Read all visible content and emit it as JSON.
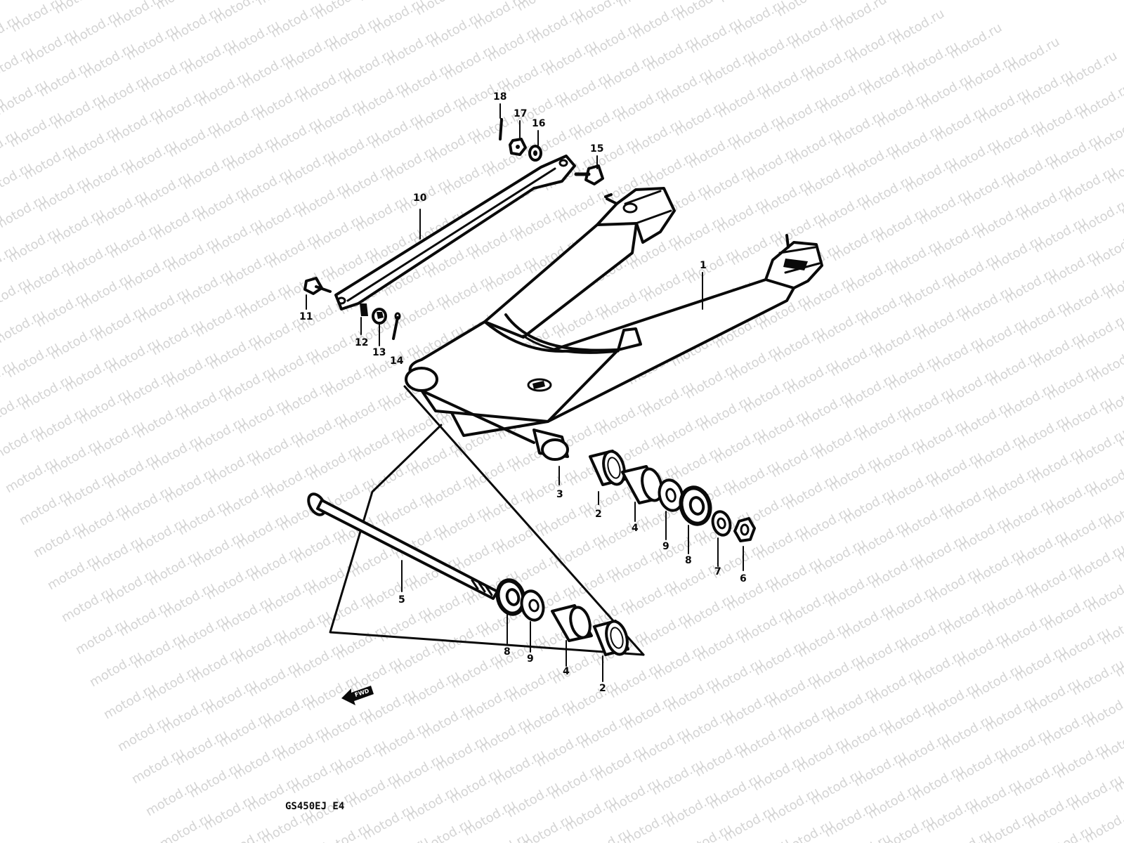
{
  "watermark": "motod.ru",
  "diagram_code": "GS450EJ E4",
  "direction_arrow_label": "FWD",
  "part_labels": [
    {
      "id": "p1",
      "text": "1"
    },
    {
      "id": "p2a",
      "text": "2"
    },
    {
      "id": "p2b",
      "text": "2"
    },
    {
      "id": "p3",
      "text": "3"
    },
    {
      "id": "p4a",
      "text": "4"
    },
    {
      "id": "p4b",
      "text": "4"
    },
    {
      "id": "p5",
      "text": "5"
    },
    {
      "id": "p6",
      "text": "6"
    },
    {
      "id": "p7",
      "text": "7"
    },
    {
      "id": "p8a",
      "text": "8"
    },
    {
      "id": "p8b",
      "text": "8"
    },
    {
      "id": "p9a",
      "text": "9"
    },
    {
      "id": "p9b",
      "text": "9"
    },
    {
      "id": "p10",
      "text": "10"
    },
    {
      "id": "p11",
      "text": "11"
    },
    {
      "id": "p12",
      "text": "12"
    },
    {
      "id": "p13",
      "text": "13"
    },
    {
      "id": "p14",
      "text": "14"
    },
    {
      "id": "p15",
      "text": "15"
    },
    {
      "id": "p16",
      "text": "16"
    },
    {
      "id": "p17",
      "text": "17"
    },
    {
      "id": "p18",
      "text": "18"
    }
  ]
}
